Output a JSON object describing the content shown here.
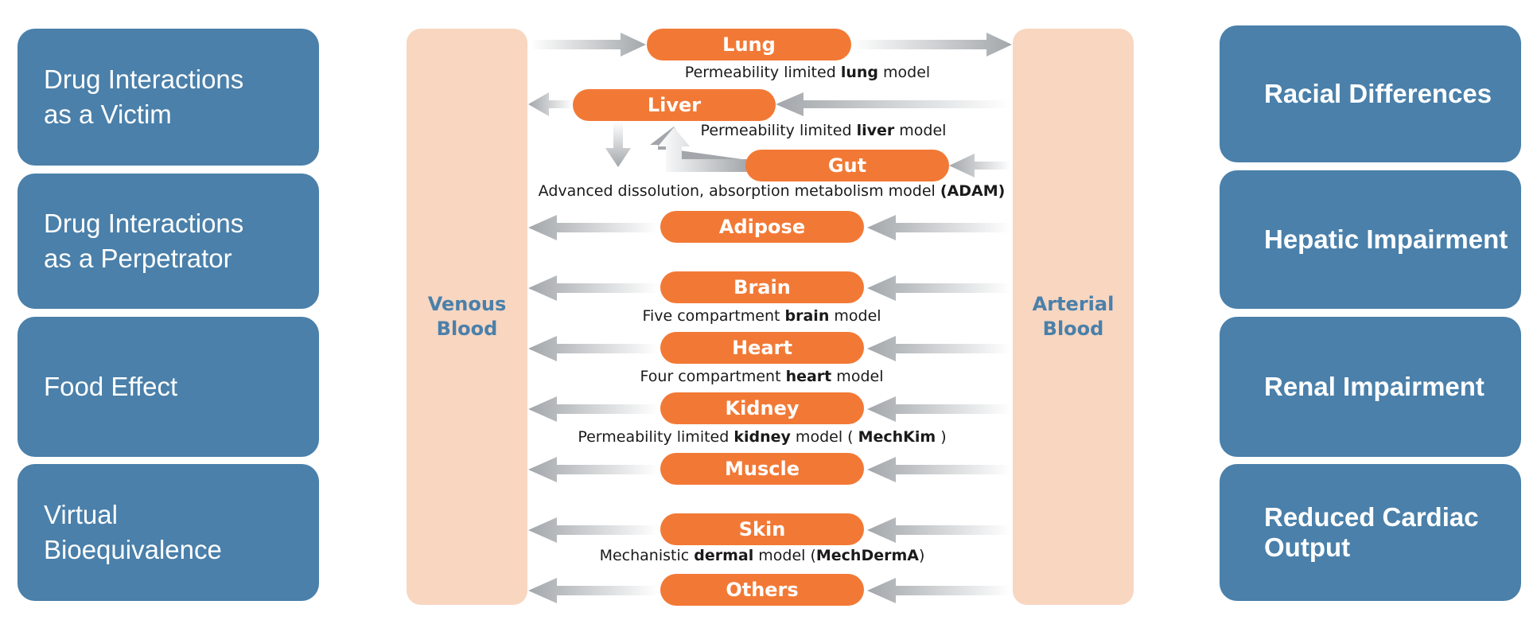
{
  "left_boxes": [
    {
      "label": "Drug Interactions\nas a Victim"
    },
    {
      "label": "Drug Interactions\nas a Perpetrator"
    },
    {
      "label": "Food Effect"
    },
    {
      "label": "Virtual\nBioequivalence"
    }
  ],
  "right_boxes": [
    {
      "label": "Racial Differences"
    },
    {
      "label": "Hepatic Impairment"
    },
    {
      "label": "Renal Impairment"
    },
    {
      "label": "Reduced Cardiac\nOutput"
    }
  ],
  "venous": {
    "label": "Venous\nBlood"
  },
  "arterial": {
    "label": "Arterial\nBlood"
  },
  "organs": {
    "lung": "Lung",
    "liver": "Liver",
    "gut": "Gut",
    "adipose": "Adipose",
    "brain": "Brain",
    "heart": "Heart",
    "kidney": "Kidney",
    "muscle": "Muscle",
    "skin": "Skin",
    "others": "Others"
  },
  "captions": {
    "lung": {
      "pre": "Permeability limited ",
      "bold": "lung",
      "post": " model"
    },
    "liver": {
      "pre": "Permeability limited ",
      "bold": "liver",
      "post": " model"
    },
    "gut": {
      "pre": "Advanced dissolution, absorption metabolism model ",
      "bold": "(ADAM)",
      "post": ""
    },
    "brain": {
      "pre": "Five compartment ",
      "bold": "brain",
      "post": " model"
    },
    "heart": {
      "pre": "Four compartment ",
      "bold": "heart",
      "post": " model"
    },
    "kidney": {
      "pre": "Permeability limited ",
      "bold": "kidney",
      "mid": " model ( ",
      "bold2": "MechKim",
      "post": " )"
    },
    "skin": {
      "pre": "Mechanistic ",
      "bold": "dermal",
      "mid": " model (",
      "bold2": "MechDermA",
      "post": ")"
    }
  },
  "colors": {
    "box_blue": "#4a80aa",
    "organ_orange": "#f27935",
    "blood_peach": "#f8d6c0",
    "arrow_gray": "#a3a7ab"
  }
}
